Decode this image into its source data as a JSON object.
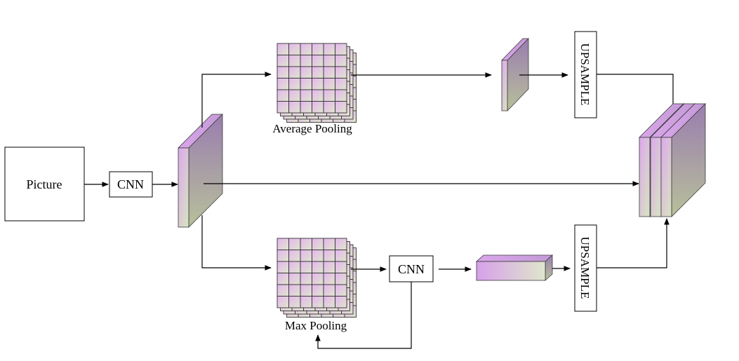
{
  "nodes": {
    "picture": "Picture",
    "cnn_main": "CNN",
    "cnn_lower": "CNN",
    "upsample_top": "UPSAMPLE",
    "upsample_bottom": "UPSAMPLE"
  },
  "captions": {
    "average_pooling": "Average Pooling",
    "max_pooling": "Max Pooling"
  },
  "colors": {
    "gradient_pink": "#d9a6ea",
    "gradient_green": "#d6dcc0",
    "gradient_purple": "#a58bb4",
    "grid_line": "#333333"
  }
}
